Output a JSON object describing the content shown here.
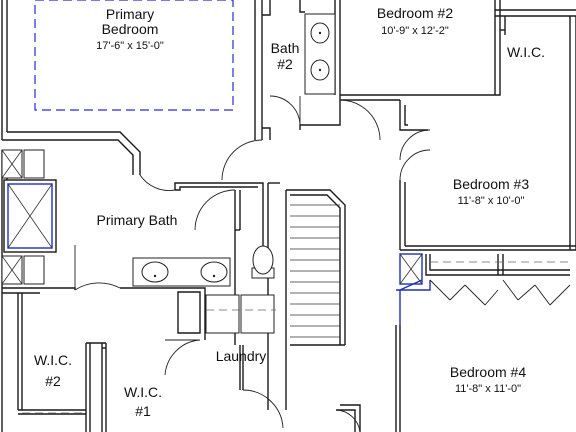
{
  "rooms": {
    "primary_bedroom": {
      "name_line1": "Primary",
      "name_line2": "Bedroom",
      "dims": "17'-6\" x 15'-0\""
    },
    "bath2": {
      "name_line1": "Bath",
      "name_line2": "#2"
    },
    "bedroom2": {
      "name": "Bedroom #2",
      "dims": "10'-9\" x 12'-2\""
    },
    "wic_top": {
      "name": "W.I.C."
    },
    "bedroom3": {
      "name": "Bedroom #3",
      "dims": "11'-8\" x 10'-0\""
    },
    "primary_bath": {
      "name": "Primary Bath"
    },
    "laundry": {
      "name": "Laundry"
    },
    "wic2": {
      "name_line1": "W.I.C.",
      "name_line2": "#2"
    },
    "wic1": {
      "name_line1": "W.I.C.",
      "name_line2": "#1"
    },
    "bedroom4": {
      "name": "Bedroom #4",
      "dims": "11'-8\" x 11'-0\""
    }
  },
  "colors": {
    "wall": "#1a1a1a",
    "accent_blue": "#1f2fb8",
    "background": "#ffffff"
  }
}
